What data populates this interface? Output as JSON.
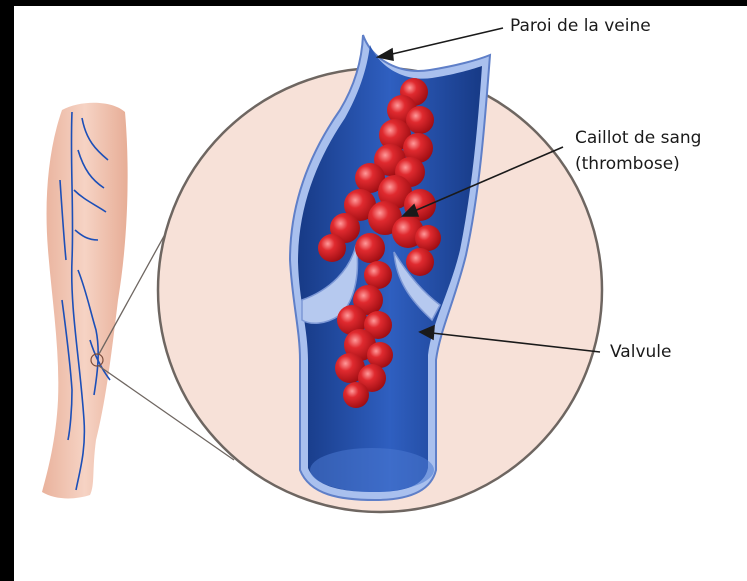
{
  "labels": {
    "vein_wall": "Paroi de la veine",
    "clot_line1": "Caillot de sang",
    "clot_line2": "(thrombose)",
    "valve": "Valvule"
  },
  "colors": {
    "background": "#000000",
    "panel": "#ffffff",
    "skin": "#f2c7b4",
    "circle_fill": "#f7e1d8",
    "circle_stroke": "#6e6661",
    "vein_dark": "#1b3f8f",
    "vein_light": "#b6c9ef",
    "clot": "#c8161d",
    "clot_highlight": "#ff8a8a",
    "arrow": "#1a1a1a"
  }
}
